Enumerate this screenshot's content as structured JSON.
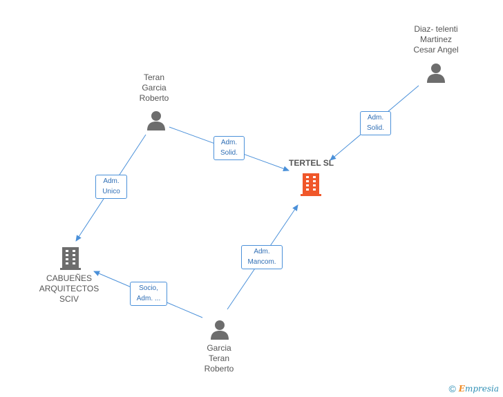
{
  "nodes": {
    "teran": {
      "name": "Teran\nGarcia\nRoberto",
      "type": "person"
    },
    "diaz": {
      "name": "Diaz- telenti\nMartinez\nCesar Angel",
      "type": "person"
    },
    "garcia": {
      "name": "Garcia\nTeran\nRoberto",
      "type": "person"
    },
    "tertel": {
      "name": "TERTEL SL",
      "type": "company-main"
    },
    "cabuenes": {
      "name": "CABUEÑES\nARQUITECTOS\nSCIV",
      "type": "company"
    }
  },
  "edges": {
    "teran_tertel": "Adm.\nSolid.",
    "diaz_tertel": "Adm.\nSolid.",
    "teran_cabuenes": "Adm.\nUnico",
    "garcia_tertel": "Adm.\nMancom.",
    "garcia_cabuenes": "Socio,\nAdm. ..."
  },
  "footer": {
    "copyright": "©",
    "brand_initial": "E",
    "brand_rest": "mpresia"
  },
  "colors": {
    "edge": "#4a90d9",
    "person_icon": "#6d6d6d",
    "main_company_icon": "#f0572a",
    "company_icon": "#6d6d6d"
  }
}
